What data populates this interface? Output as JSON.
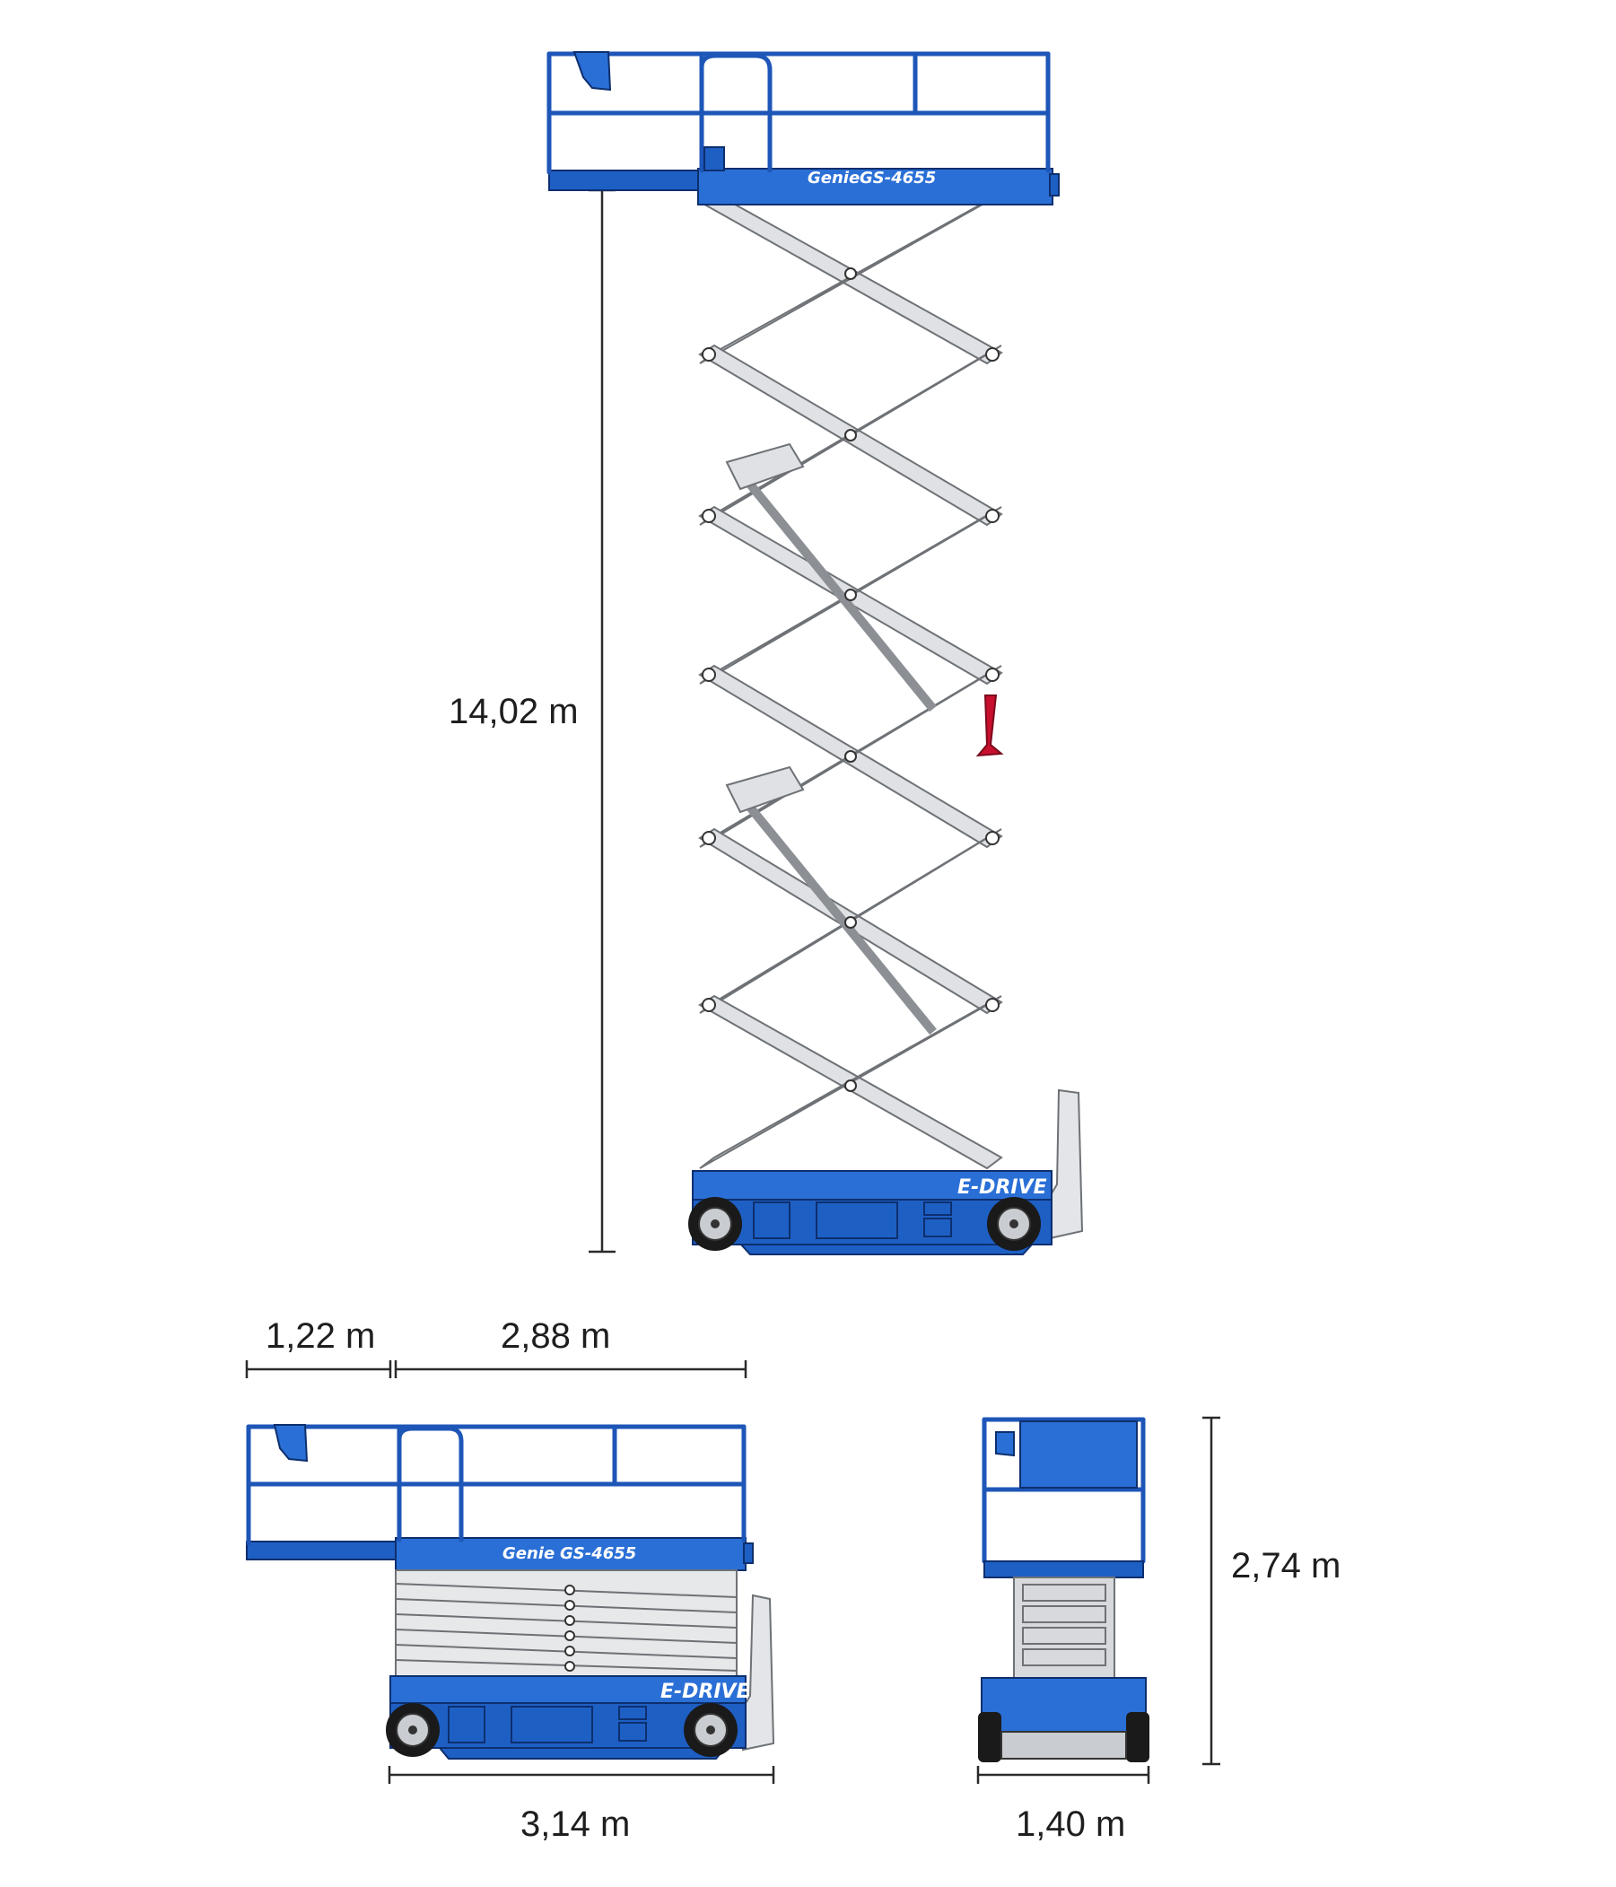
{
  "machine": {
    "brand_label": "Genie",
    "model_label": "GS-4655",
    "drive_label": "E-DRIVE"
  },
  "dimensions": {
    "working_height": "14,02 m",
    "extension_deck": "1,22 m",
    "platform_length": "2,88 m",
    "overall_length": "3,14 m",
    "overall_width": "1,40 m",
    "stowed_height": "2,74 m"
  },
  "colors": {
    "body_blue": "#1e5fc4",
    "scissor_grey": "#dfe1e4",
    "outrigger_grey": "#e3e5e8",
    "tool_red": "#c8102e",
    "dimension_line": "#2a2a2a"
  }
}
